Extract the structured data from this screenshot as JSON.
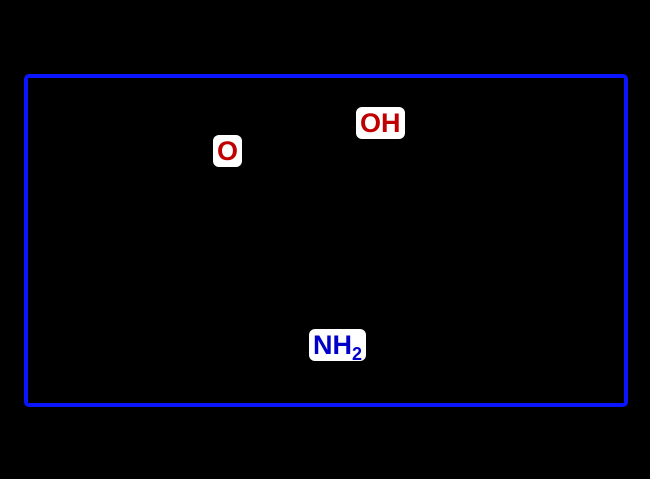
{
  "molecule": {
    "atoms": [
      {
        "label": "O",
        "color": "#c00000"
      },
      {
        "label": "OH",
        "color": "#c00000"
      },
      {
        "label": "NH",
        "subscript": "2",
        "color": "#0000c8"
      }
    ],
    "frame_color": "#0a14ff"
  }
}
